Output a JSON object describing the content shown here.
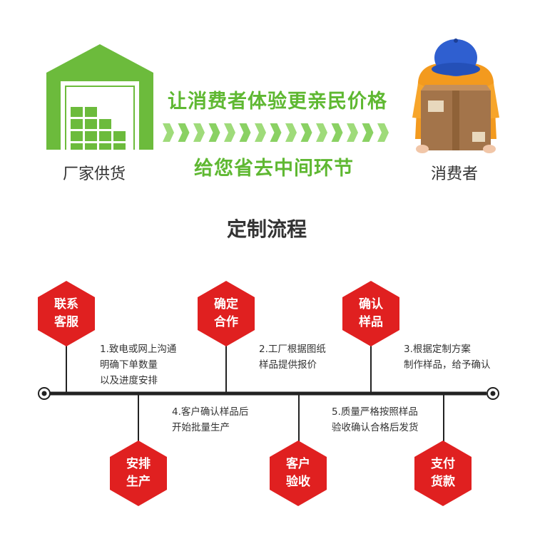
{
  "banner": {
    "factory_label": "厂家供货",
    "consumer_label": "消费者",
    "slogan_top": "让消费者体验更亲民价格",
    "slogan_bottom": "给您省去中间环节"
  },
  "section_title": "定制流程",
  "nodes": {
    "n1": "联系\n客服",
    "n2": "安排\n生产",
    "n3": "确定\n合作",
    "n4": "客户\n验收",
    "n5": "确认\n样品",
    "n6": "支付\n货款"
  },
  "steps": {
    "s1": "1.致电或网上沟通\n明确下单数量\n以及进度安排",
    "s2": "2.工厂根据图纸\n样品提供报价",
    "s3": "3.根据定制方案\n制作样品，给予确认",
    "s4": "4.客户确认样品后\n开始批量生产",
    "s5": "5.质量严格按照样品\n验收确认合格后发货"
  },
  "colors": {
    "green": "#5fb832",
    "red": "#e02020",
    "line": "#222222"
  },
  "icons": [
    "warehouse-icon",
    "chevron-arrows-icon",
    "delivery-person-icon"
  ]
}
